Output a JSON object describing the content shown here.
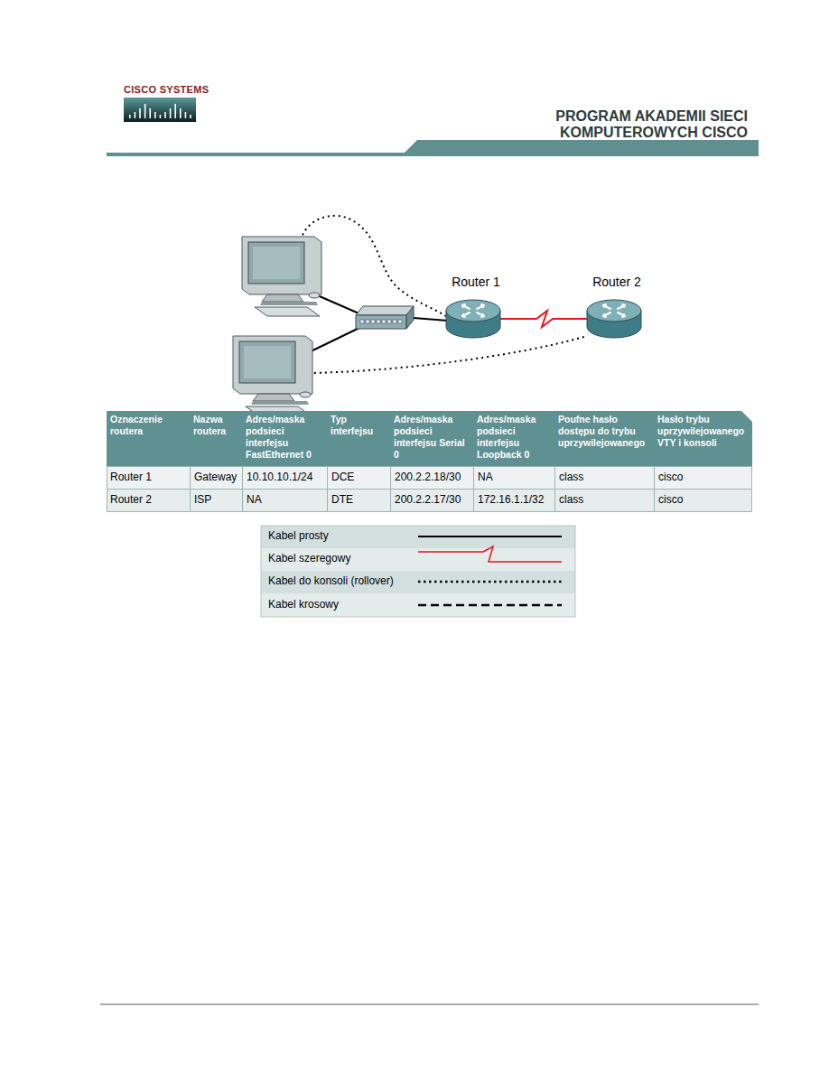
{
  "diagram": {
    "nodes": [
      {
        "text": [
          "Router 1"
        ]
      },
      {
        "text": [
          "Router 2"
        ]
      }
    ],
    "edges": [
      {
        "from": 0,
        "to": 1,
        "arrow": "none"
      }
    ],
    "labels": [
      "CISCO SYSTEMS",
      "PROGRAM AKADEMII SIECI KOMPUTEROWYCH CISCO",
      "Oznaczenie routera",
      "Nazwa routera",
      "Adres/maska podsieci interfejsu FastEthernet 0",
      "Typ interfejsu",
      "Adres/maska podsieci interfejsu Serial 0",
      "Adres/maska podsieci interfejsu Loopback 0",
      "Poufne hasło dostępu do trybu uprzywilejowanego",
      "Hasło trybu uprzywilejowanego VTY i konsoli",
      "Router 1",
      "Gateway",
      "10.10.10.1/24",
      "DCE",
      "200.2.2.18/30",
      "NA",
      "class",
      "cisco",
      "Router 2",
      "ISP",
      "NA",
      "DTE",
      "200.2.2.17/30",
      "172.16.1.1/32",
      "class",
      "cisco"
    ],
    "legend": [
      {
        "text": "Kabel prosty"
      },
      {
        "text": "Kabel szeregowy"
      },
      {
        "text": "Kabel do konsoli (rollover)"
      },
      {
        "text": "Kabel krosowy"
      }
    ]
  }
}
